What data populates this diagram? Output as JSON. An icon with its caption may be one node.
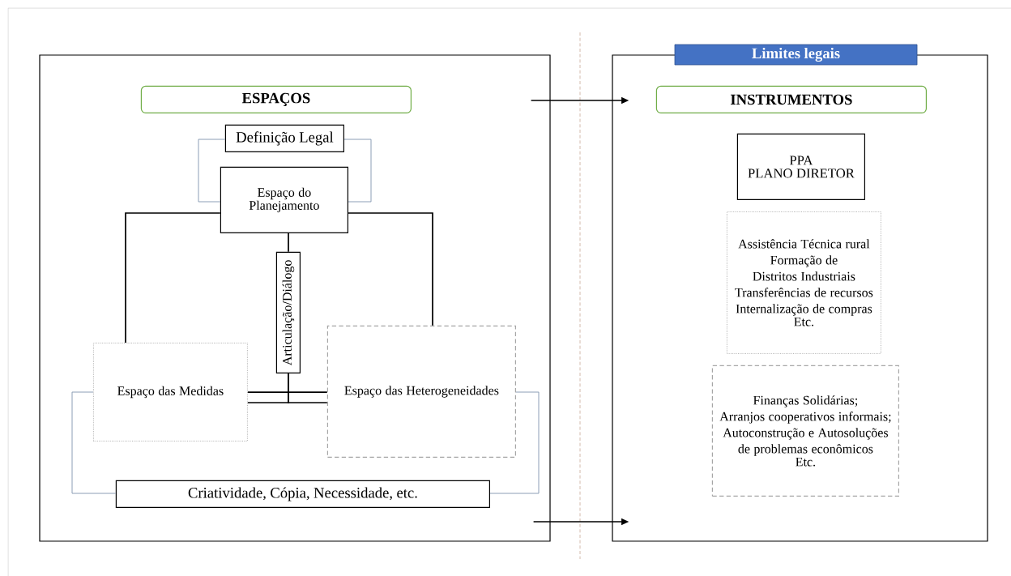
{
  "diagram": {
    "nodes": [
      {
        "text": [],
        "shape": "box"
      },
      {
        "text": [
          "ESPAÇOS"
        ],
        "in": 0
      },
      {
        "text": [
          "Definição Legal"
        ],
        "in": 0
      },
      {
        "text": [
          "Espaço do Planejamento"
        ],
        "in": 0
      },
      {
        "text": [
          "Articulação/Diálogo"
        ],
        "in": 0
      },
      {
        "text": [
          "Espaço das Medidas"
        ],
        "in": 0
      },
      {
        "text": [
          "Espaço das Heterogeneidades"
        ],
        "in": 0
      },
      {
        "text": [
          "Criatividade, Cópia, Necessidade, etc."
        ],
        "in": 0
      },
      {
        "text": [],
        "shape": "box"
      },
      {
        "text": [
          "Limites legais"
        ]
      },
      {
        "text": [
          "INSTRUMENTOS"
        ],
        "in": 8
      },
      {
        "text": [
          "PPA",
          "PLANO DIRETOR"
        ],
        "in": 8
      },
      {
        "text": [
          "Assistência Técnica rural",
          "Formação de Distritos Industriais",
          "Transferências de recursos",
          "Internalização de compras",
          "Etc."
        ],
        "in": 8
      },
      {
        "text": [
          "Finanças Solidárias;",
          "Arranjos cooperativos informais;",
          "Autoconstrução e Autosoluções de problemas econômicos",
          "Etc."
        ],
        "in": 8
      }
    ],
    "edges": [
      {
        "from": 2,
        "to": 3,
        "arrow": "none",
        "color": "#8497b0"
      },
      {
        "from": 2,
        "to": 3,
        "arrow": "none",
        "color": "#8497b0"
      },
      {
        "from": 3,
        "to": 5,
        "arrow": "none"
      },
      {
        "from": 3,
        "to": 6,
        "arrow": "none"
      },
      {
        "from": 3,
        "to": 4,
        "arrow": "none"
      },
      {
        "from": 4,
        "to": 5,
        "arrow": "none"
      },
      {
        "from": 4,
        "to": 6,
        "arrow": "none"
      },
      {
        "from": 5,
        "to": 6,
        "arrow": "none"
      },
      {
        "from": 5,
        "to": 7,
        "arrow": "none",
        "color": "#8497b0"
      },
      {
        "from": 6,
        "to": 7,
        "arrow": "none",
        "color": "#8497b0"
      },
      {
        "from": 0,
        "to": 8,
        "arrow": "to"
      },
      {
        "from": 0,
        "to": 8,
        "arrow": "to"
      }
    ]
  }
}
